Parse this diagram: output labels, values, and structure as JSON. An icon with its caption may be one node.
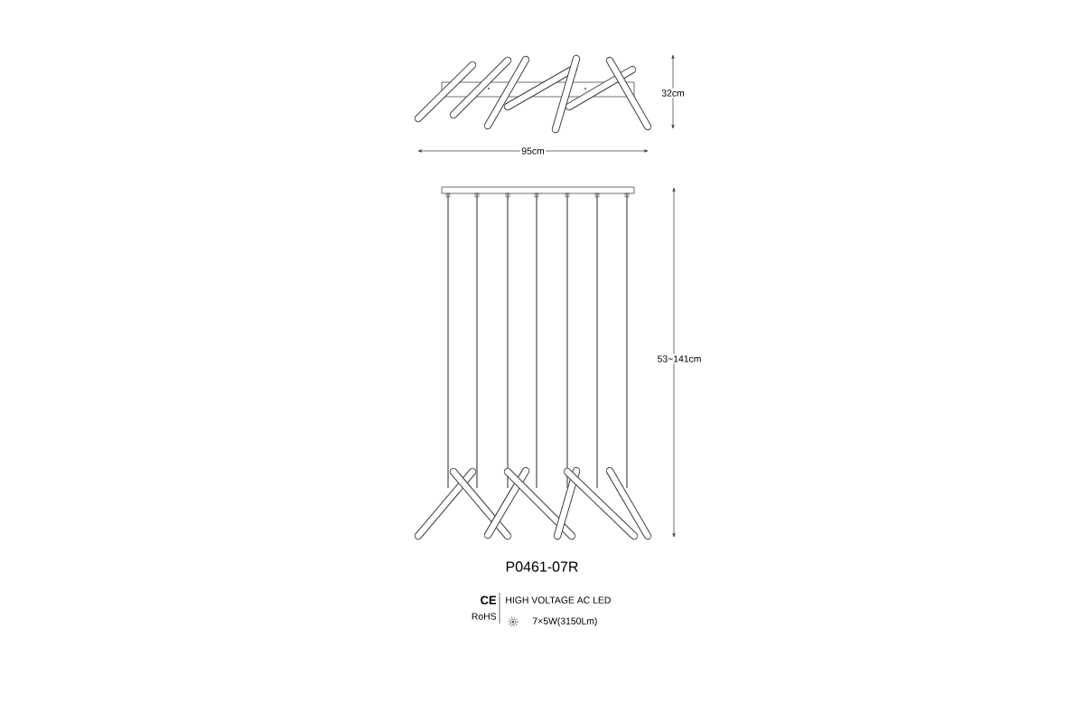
{
  "diagram": {
    "labels": [
      "32cm",
      "95cm",
      "53~141cm",
      "P0461-07R",
      "CE",
      "RoHS",
      "HIGH VOLTAGE AC LED",
      "7×5W(3150Lm)"
    ]
  }
}
